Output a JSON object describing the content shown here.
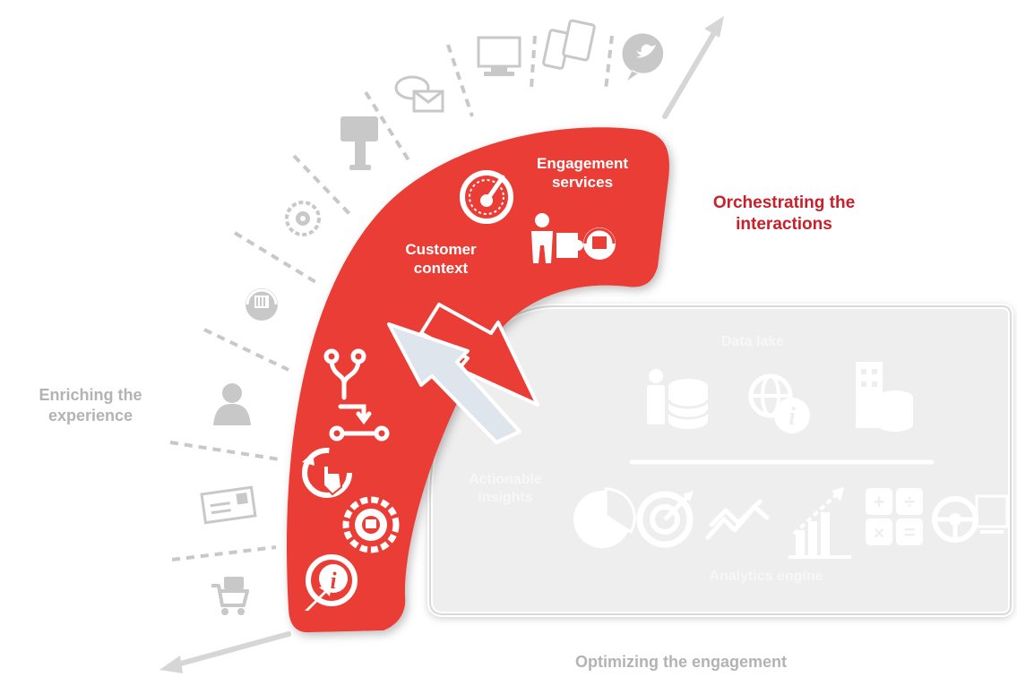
{
  "labels": {
    "orchestrating": "Orchestrating the\ninteractions",
    "enriching": "Enriching the\nexperience",
    "optimizing": "Optimizing the engagement",
    "engagement_services": "Engagement\nservices",
    "customer_context": "Customer\ncontext",
    "data_lake": "Data lake",
    "actionable_insights": "Actionable\ninsights",
    "analytics_engine": "Analytics engine"
  },
  "channel_icons": [
    "shopping-cart-icon",
    "mail-icon",
    "person-icon",
    "headset-icon",
    "gear-headset-icon",
    "kiosk-icon",
    "chat-email-icon",
    "monitor-icon",
    "mobile-tablet-icon",
    "social-bird-icon"
  ],
  "band_icons": [
    "speedometer-icon",
    "person-puzzle-headset-icon",
    "branch-flow-icon",
    "touch-refresh-icon",
    "gear-headset-icon",
    "info-pointer-icon"
  ],
  "data_lake_icons": [
    "person-database-icon",
    "globe-info-icon",
    "building-database-icon"
  ],
  "analytics_icons": [
    "pie-chart-icon",
    "target-icon",
    "trend-line-icon",
    "growth-bars-icon",
    "calculator-icon",
    "steering-wheel-icon"
  ],
  "colors": {
    "accent": "#ea3d35",
    "accent_text": "#c8202a",
    "muted": "#c8c8c8",
    "panel": "#eeeeee",
    "panel_border": "#d9d9d9"
  }
}
